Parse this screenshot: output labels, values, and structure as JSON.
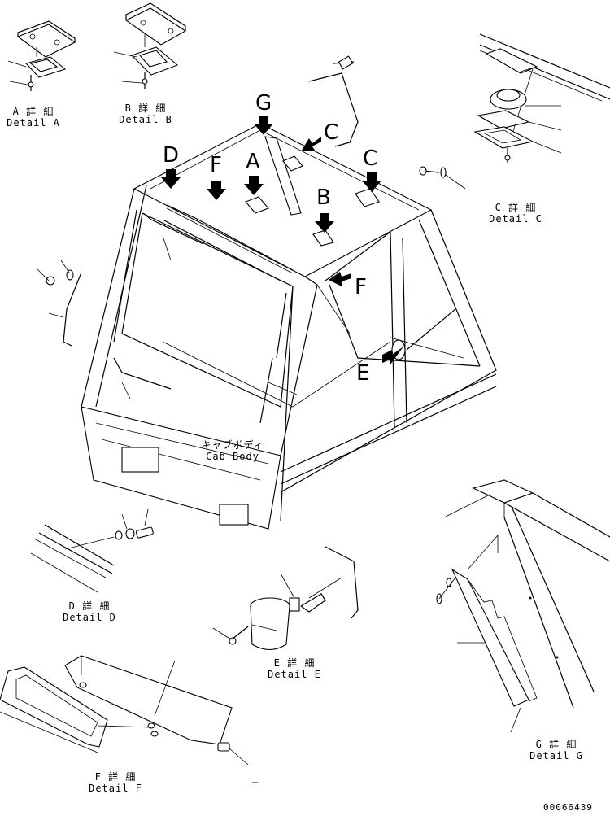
{
  "details": {
    "a": {
      "jp": "A 詳 細",
      "en": "Detail A"
    },
    "b": {
      "jp": "B 詳 細",
      "en": "Detail B"
    },
    "c": {
      "jp": "C 詳 細",
      "en": "Detail C"
    },
    "d": {
      "jp": "D 詳 細",
      "en": "Detail D"
    },
    "e": {
      "jp": "E 詳 細",
      "en": "Detail E"
    },
    "f": {
      "jp": "F 詳 細",
      "en": "Detail F"
    },
    "g": {
      "jp": "G 詳 細",
      "en": "Detail G"
    }
  },
  "cab_body": {
    "jp": "キャブボディ",
    "en": "Cab Body"
  },
  "view_markers": {
    "a": "A",
    "b": "B",
    "c1": "C",
    "c2": "C",
    "d": "D",
    "e": "E",
    "f1": "F",
    "f2": "F",
    "g": "G"
  },
  "drawing_number": "00066439",
  "dash": "_"
}
